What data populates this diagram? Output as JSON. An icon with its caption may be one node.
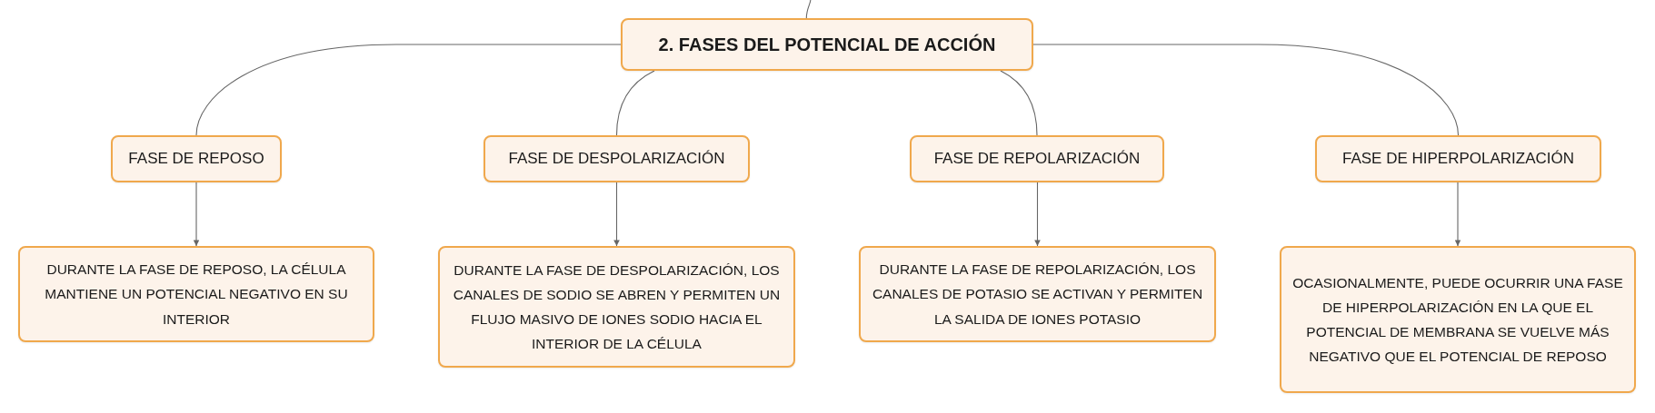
{
  "diagram": {
    "nodes": [
      {
        "text": [
          "2. FASES DEL POTENCIAL DE ACCIÓN"
        ]
      },
      {
        "text": [
          "FASE DE REPOSO"
        ]
      },
      {
        "text": [
          "FASE DE DESPOLARIZACIÓN"
        ]
      },
      {
        "text": [
          "FASE DE REPOLARIZACIÓN"
        ]
      },
      {
        "text": [
          "FASE DE HIPERPOLARIZACIÓN"
        ]
      },
      {
        "text": [
          "DURANTE LA FASE DE REPOSO, LA CÉLULA MANTIENE UN POTENCIAL NEGATIVO EN SU INTERIOR"
        ]
      },
      {
        "text": [
          "DURANTE LA FASE DE DESPOLARIZACIÓN, LOS CANALES DE SODIO SE ABREN Y PERMITEN UN FLUJO MASIVO DE IONES SODIO HACIA EL INTERIOR DE LA CÉLULA"
        ]
      },
      {
        "text": [
          "DURANTE LA FASE DE REPOLARIZACIÓN, LOS CANALES DE POTASIO SE ACTIVAN Y PERMITEN LA SALIDA DE IONES POTASIO"
        ]
      },
      {
        "text": [
          "OCASIONALMENTE, PUEDE OCURRIR UNA FASE DE HIPERPOLARIZACIÓN EN LA QUE EL POTENCIAL DE MEMBRANA SE VUELVE MÁS NEGATIVO QUE EL POTENCIAL DE REPOSO"
        ]
      }
    ],
    "edges": [
      {
        "from": null,
        "to": 0,
        "arrow": "none"
      },
      {
        "from": 0,
        "to": 1,
        "arrow": "none"
      },
      {
        "from": 0,
        "to": 2,
        "arrow": "none"
      },
      {
        "from": 0,
        "to": 3,
        "arrow": "none"
      },
      {
        "from": 0,
        "to": 4,
        "arrow": "none"
      },
      {
        "from": 1,
        "to": 5,
        "arrow": "to"
      },
      {
        "from": 2,
        "to": 6,
        "arrow": "to"
      },
      {
        "from": 3,
        "to": 7,
        "arrow": "to"
      },
      {
        "from": 4,
        "to": 8,
        "arrow": "to"
      }
    ]
  }
}
